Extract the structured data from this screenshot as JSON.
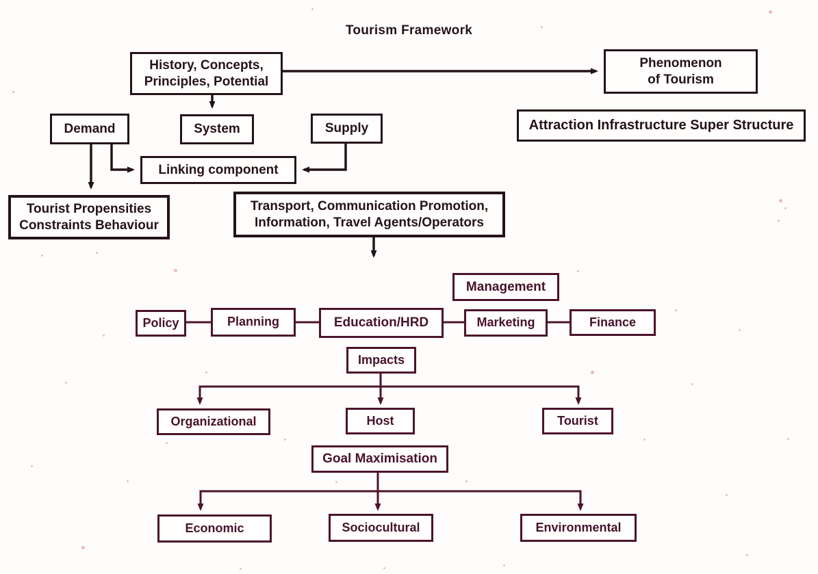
{
  "title": "Tourism Framework",
  "colors": {
    "ink_dark": "#241318",
    "ink_maroon": "#4c132b",
    "paper": "#fffdfc",
    "speckle": "#d783a3"
  },
  "nodes": {
    "history": {
      "lines": [
        "History, Concepts,",
        "Principles, Potential"
      ]
    },
    "phenomenon": {
      "lines": [
        "Phenomenon",
        "of Tourism"
      ]
    },
    "demand": {
      "label": "Demand"
    },
    "system": {
      "label": "System"
    },
    "supply": {
      "label": "Supply"
    },
    "attraction": {
      "label": "Attraction Infrastructure Super Structure"
    },
    "linking": {
      "label": "Linking component"
    },
    "tourist_prop": {
      "lines": [
        "Tourist Propensities",
        "Constraints Behaviour"
      ]
    },
    "transport": {
      "lines": [
        "Transport, Communication Promotion,",
        "Information, Travel Agents/Operators"
      ]
    },
    "management": {
      "label": "Management"
    },
    "policy": {
      "label": "Policy"
    },
    "planning": {
      "label": "Planning"
    },
    "education": {
      "label": "Education/HRD"
    },
    "marketing": {
      "label": "Marketing"
    },
    "finance": {
      "label": "Finance"
    },
    "impacts": {
      "label": "Impacts"
    },
    "organizational": {
      "label": "Organizational"
    },
    "host": {
      "label": "Host"
    },
    "tourist": {
      "label": "Tourist"
    },
    "goal": {
      "label": "Goal Maximisation"
    },
    "economic": {
      "label": "Economic"
    },
    "sociocultural": {
      "label": "Sociocultural"
    },
    "environmental": {
      "label": "Environmental"
    }
  },
  "edges": [
    {
      "from": "history",
      "to": "phenomenon",
      "type": "arrow"
    },
    {
      "from": "history",
      "to": "system",
      "type": "arrow"
    },
    {
      "from": "demand",
      "to": "tourist_prop",
      "type": "arrow"
    },
    {
      "from": "demand",
      "to": "linking",
      "type": "arrow"
    },
    {
      "from": "supply",
      "to": "linking",
      "type": "arrow"
    },
    {
      "from": "transport",
      "to": "management-row",
      "type": "arrow"
    },
    {
      "from": "policy",
      "to": "planning",
      "type": "link"
    },
    {
      "from": "planning",
      "to": "education",
      "type": "link"
    },
    {
      "from": "education",
      "to": "marketing",
      "type": "link"
    },
    {
      "from": "marketing",
      "to": "finance",
      "type": "link"
    },
    {
      "from": "impacts",
      "to": "organizational",
      "type": "arrow"
    },
    {
      "from": "impacts",
      "to": "host",
      "type": "arrow"
    },
    {
      "from": "impacts",
      "to": "tourist",
      "type": "arrow"
    },
    {
      "from": "goal",
      "to": "economic",
      "type": "arrow"
    },
    {
      "from": "goal",
      "to": "sociocultural",
      "type": "arrow"
    },
    {
      "from": "goal",
      "to": "environmental",
      "type": "arrow"
    }
  ]
}
